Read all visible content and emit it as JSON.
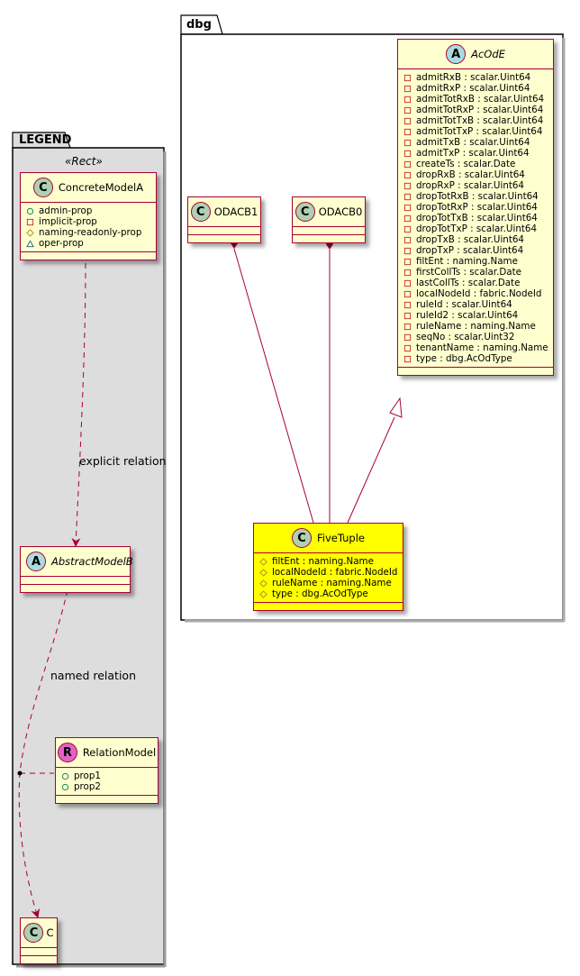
{
  "colors": {
    "class_fill": "#fefece",
    "class_border": "#a80036",
    "highlight_fill": "#ffff00",
    "legend_bg": "#dddddd",
    "badge_class": "#add1b2",
    "badge_abstract": "#a9dcdf",
    "badge_relation": "#e063c6"
  },
  "packages": {
    "legend": {
      "name": "LEGEND",
      "stereotype": "«Rect»"
    },
    "dbg": {
      "name": "dbg"
    }
  },
  "legend": {
    "concrete": {
      "badge": "C",
      "name": "ConcreteModelA",
      "attrs": [
        {
          "vis": "public-circle-icon",
          "text": "admin-prop"
        },
        {
          "vis": "private-square-icon",
          "text": "implicit-prop"
        },
        {
          "vis": "protected-diamond-icon",
          "text": "naming-readonly-prop"
        },
        {
          "vis": "package-triangle-icon",
          "text": "oper-prop"
        }
      ]
    },
    "abstract": {
      "badge": "A",
      "name": "AbstractModelB"
    },
    "relation": {
      "badge": "R",
      "name": "RelationModel",
      "attrs": [
        {
          "vis": "public-circle-icon",
          "text": "prop1"
        },
        {
          "vis": "public-circle-icon",
          "text": "prop2"
        }
      ]
    },
    "c": {
      "badge": "C",
      "name": "C"
    },
    "labels": {
      "explicit": "explicit relation",
      "named": "named relation"
    }
  },
  "dbg": {
    "odacb1": {
      "badge": "C",
      "name": "ODACB1"
    },
    "odacb0": {
      "badge": "C",
      "name": "ODACB0"
    },
    "acode": {
      "badge": "A",
      "name": "AcOdE",
      "attrs": [
        "admitRxB : scalar.Uint64",
        "admitRxP : scalar.Uint64",
        "admitTotRxB : scalar.Uint64",
        "admitTotRxP : scalar.Uint64",
        "admitTotTxB : scalar.Uint64",
        "admitTotTxP : scalar.Uint64",
        "admitTxB : scalar.Uint64",
        "admitTxP : scalar.Uint64",
        "createTs : scalar.Date",
        "dropRxB : scalar.Uint64",
        "dropRxP : scalar.Uint64",
        "dropTotRxB : scalar.Uint64",
        "dropTotRxP : scalar.Uint64",
        "dropTotTxB : scalar.Uint64",
        "dropTotTxP : scalar.Uint64",
        "dropTxB : scalar.Uint64",
        "dropTxP : scalar.Uint64",
        "filtEnt : naming.Name",
        "firstCollTs : scalar.Date",
        "lastCollTs : scalar.Date",
        "localNodeId : fabric.NodeId",
        "ruleId : scalar.Uint64",
        "ruleId2 : scalar.Uint64",
        "ruleName : naming.Name",
        "seqNo : scalar.Uint32",
        "tenantName : naming.Name",
        "type : dbg.AcOdType"
      ]
    },
    "fivetuple": {
      "badge": "C",
      "name": "FiveTuple",
      "attrs": [
        "filtEnt : naming.Name",
        "localNodeId : fabric.NodeId",
        "ruleName : naming.Name",
        "type : dbg.AcOdType"
      ]
    }
  }
}
